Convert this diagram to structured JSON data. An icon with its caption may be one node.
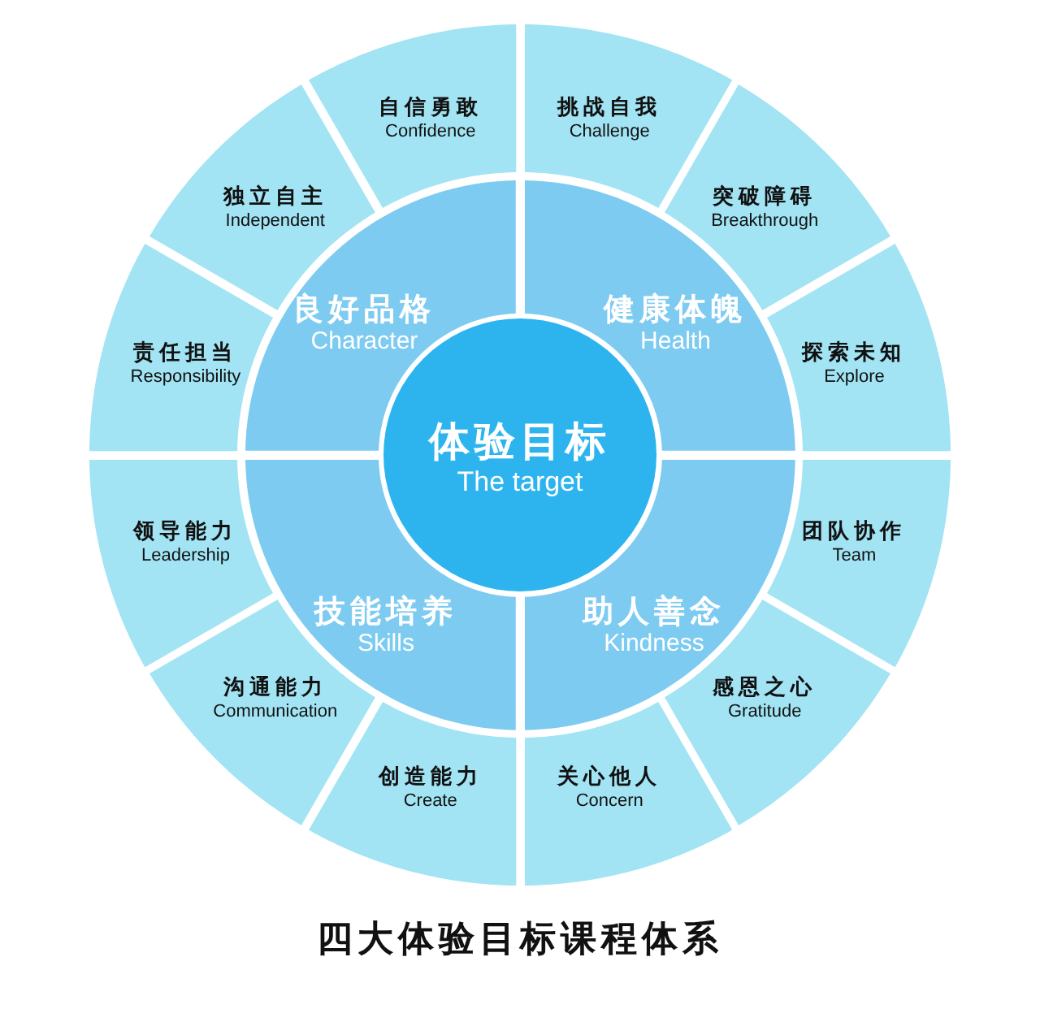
{
  "diagram": {
    "title": "四大体验目标课程体系",
    "nodes": [
      {
        "text": [
          "体验目标",
          "The target"
        ]
      },
      {
        "text": [
          "良好品格",
          "Character"
        ]
      },
      {
        "text": [
          "健康体魄",
          "Health"
        ]
      },
      {
        "text": [
          "技能培养",
          "Skills"
        ]
      },
      {
        "text": [
          "助人善念",
          "Kindness"
        ]
      },
      {
        "text": [
          "自信勇敢",
          "Confidence"
        ]
      },
      {
        "text": [
          "挑战自我",
          "Challenge"
        ]
      },
      {
        "text": [
          "突破障碍",
          "Breakthrough"
        ]
      },
      {
        "text": [
          "探索未知",
          "Explore"
        ]
      },
      {
        "text": [
          "团队协作",
          "Team"
        ]
      },
      {
        "text": [
          "感恩之心",
          "Gratitude"
        ]
      },
      {
        "text": [
          "关心他人",
          "Concern"
        ]
      },
      {
        "text": [
          "创造能力",
          "Create"
        ]
      },
      {
        "text": [
          "沟通能力",
          "Communication"
        ]
      },
      {
        "text": [
          "领导能力",
          "Leadership"
        ]
      },
      {
        "text": [
          "责任担当",
          "Responsibility"
        ]
      },
      {
        "text": [
          "独立自主",
          "Independent"
        ]
      }
    ]
  }
}
